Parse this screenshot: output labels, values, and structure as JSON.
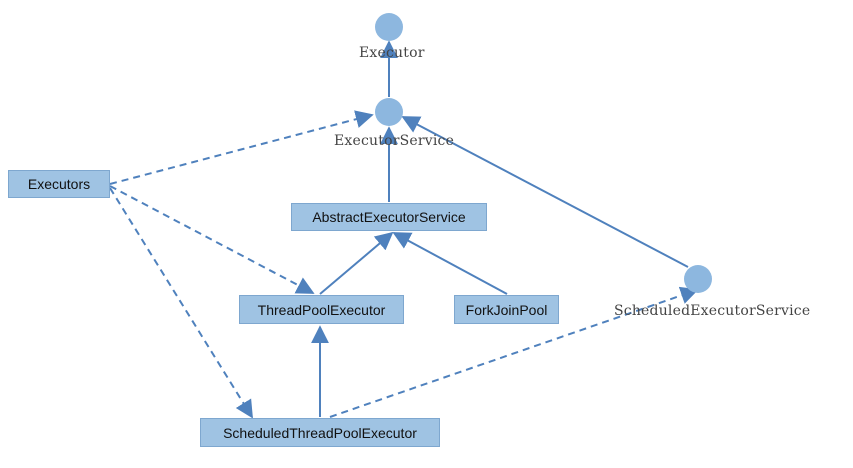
{
  "colors": {
    "accent_fill": "#9fc3e3",
    "node_circle": "#8db7df",
    "arrow": "#4f81bd"
  },
  "interfaces": {
    "executor": "Executor",
    "executor_service": "ExecutorService",
    "scheduled_executor_service": "ScheduledExecutorService"
  },
  "classes": {
    "executors": "Executors",
    "abstract_executor_service": "AbstractExecutorService",
    "thread_pool_executor": "ThreadPoolExecutor",
    "fork_join_pool": "ForkJoinPool",
    "scheduled_thread_pool_executor": "ScheduledThreadPoolExecutor"
  }
}
